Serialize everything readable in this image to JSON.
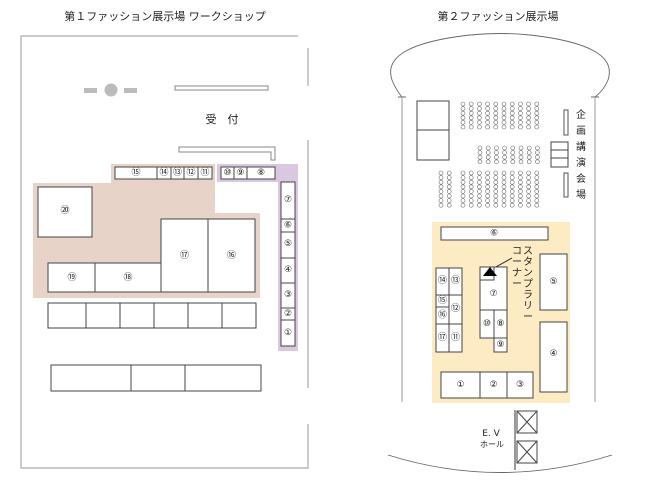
{
  "hall1": {
    "title": "第１ファッション展示場 ワークショップ",
    "reception": "受　付",
    "booths": [
      "①",
      "②",
      "③",
      "④",
      "⑤",
      "⑥",
      "⑦",
      "⑧",
      "⑨",
      "⑩",
      "⑪",
      "⑫",
      "⑬",
      "⑭",
      "⑮",
      "⑯",
      "⑰",
      "⑱",
      "⑲",
      "⑳"
    ],
    "colors": {
      "workshop_zone": "#e8d3c8",
      "exhibit_zone": "#dac8e0"
    }
  },
  "hall2": {
    "title": "第２ファッション展示場",
    "lecture_hall": [
      "企",
      "画",
      "講",
      "演",
      "会",
      "場"
    ],
    "stamp_rally_line1": [
      "ス",
      "タ",
      "ン",
      "プ",
      "ラ",
      "リ",
      "ー"
    ],
    "stamp_rally_line2": [
      "コ",
      "ー",
      "ナ",
      "ー"
    ],
    "ev_label": "E. V",
    "hall_label": "ホール",
    "booths": [
      "①",
      "②",
      "③",
      "④",
      "⑤",
      "⑥",
      "⑦",
      "⑧",
      "⑨",
      "⑩",
      "⑪",
      "⑫",
      "⑬",
      "⑭",
      "⑮",
      "⑯",
      "⑰"
    ],
    "colors": {
      "exhibit_zone": "#fdebc3"
    }
  }
}
